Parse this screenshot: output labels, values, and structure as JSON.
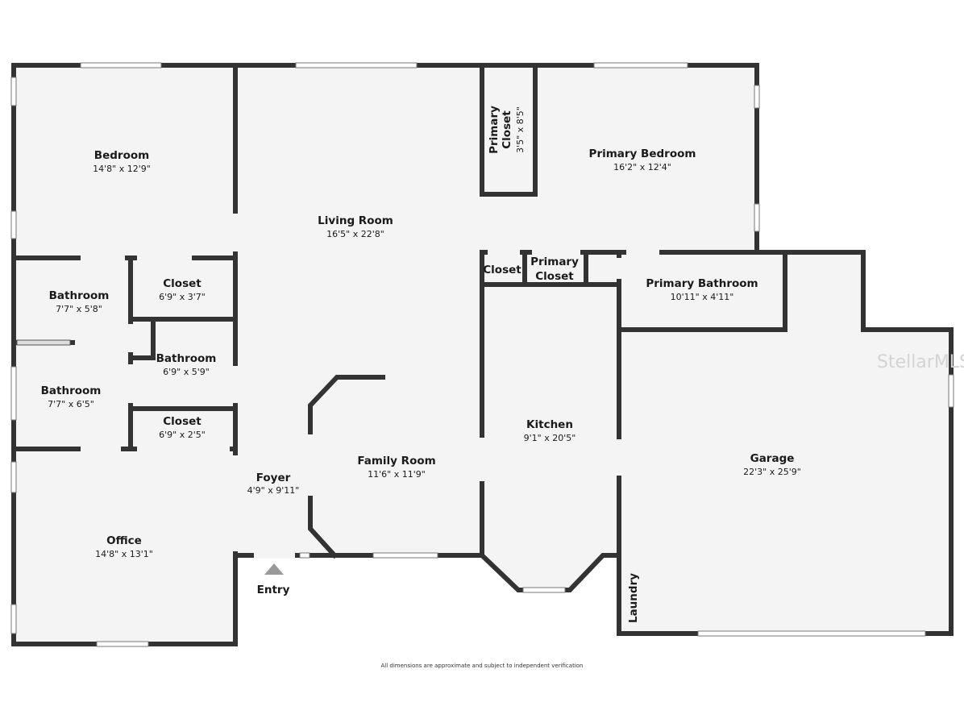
{
  "rooms": {
    "bedroom": {
      "name": "Bedroom",
      "dim": "14'8\" x 12'9\""
    },
    "living_room": {
      "name": "Living Room",
      "dim": "16'5\" x 22'8\""
    },
    "primary_closet_top": {
      "name_line1": "Primary",
      "name_line2": "Closet",
      "dim": "3'5\" x 8'5\""
    },
    "primary_bedroom": {
      "name": "Primary Bedroom",
      "dim": "16'2\" x 12'4\""
    },
    "bathroom_upper": {
      "name": "Bathroom",
      "dim": "7'7\" x 5'8\""
    },
    "closet_upper": {
      "name": "Closet",
      "dim": "6'9\" x 3'7\""
    },
    "bathroom_middle": {
      "name": "Bathroom",
      "dim": "6'9\" x 5'9\""
    },
    "bathroom_lower": {
      "name": "Bathroom",
      "dim": "7'7\" x 6'5\""
    },
    "closet_lower": {
      "name": "Closet",
      "dim": "6'9\" x 2'5\""
    },
    "closet_small": {
      "name": "Closet"
    },
    "primary_closet_small": {
      "name_line1": "Primary",
      "name_line2": "Closet"
    },
    "primary_bathroom": {
      "name": "Primary Bathroom",
      "dim": "10'11\" x 4'11\""
    },
    "kitchen": {
      "name": "Kitchen",
      "dim": "9'1\" x 20'5\""
    },
    "family_room": {
      "name": "Family Room",
      "dim": "11'6\" x 11'9\""
    },
    "foyer": {
      "name": "Foyer",
      "dim": "4'9\" x 9'11\""
    },
    "garage": {
      "name": "Garage",
      "dim": "22'3\" x 25'9\""
    },
    "office": {
      "name": "Office",
      "dim": "14'8\" x 13'1\""
    },
    "laundry": {
      "name": "Laundry"
    }
  },
  "entry": {
    "label": "Entry"
  },
  "footer_note": "All dimensions are approximate and subject to independent verification",
  "watermark": "StellarMLS",
  "colors": {
    "wall": "#333333",
    "floor": "#f4f4f4",
    "background": "#ffffff"
  }
}
